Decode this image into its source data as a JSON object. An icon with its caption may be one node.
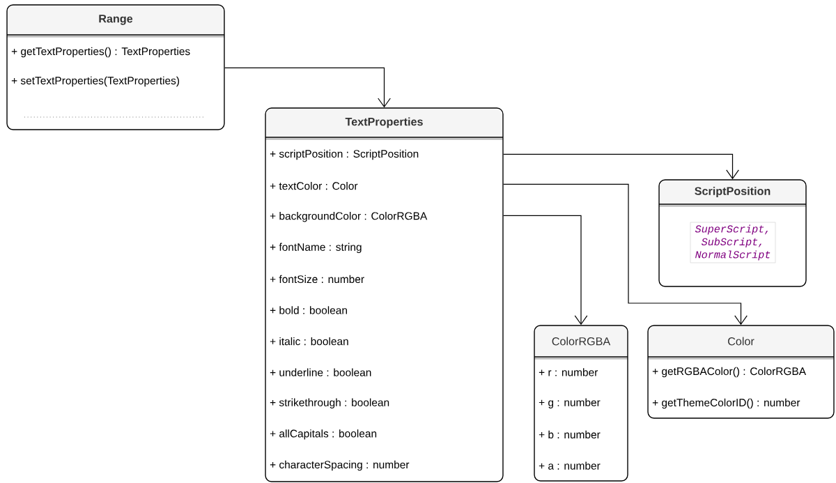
{
  "diagram": {
    "nodes": [
      {
        "text": [
          "Range",
          "+ getTextProperties() : TextProperties",
          "+ setTextProperties(TextProperties)"
        ]
      },
      {
        "text": [
          "TextProperties",
          "+ scriptPosition : ScriptPosition",
          "+ textColor : Color",
          "+ backgroundColor : ColorRGBA",
          "+ fontName : string",
          "+ fontSize : number",
          "+ bold : boolean",
          "+ italic : boolean",
          "+ underline : boolean",
          "+ strikethrough : boolean",
          "+ allCapitals : boolean",
          "+ characterSpacing : number"
        ]
      },
      {
        "text": [
          "ScriptPosition",
          "SuperScript, SubScript, NormalScript"
        ]
      },
      {
        "text": [
          "ColorRGBA",
          "+ r : number",
          "+ g : number",
          "+ b : number",
          "+ a : number"
        ]
      },
      {
        "text": [
          "Color",
          "+ getRGBAColor() : ColorRGBA",
          "+ getThemeColorID() : number"
        ]
      }
    ],
    "edges": [
      {
        "from": 0,
        "to": 1,
        "arrow": "to"
      },
      {
        "from": 1,
        "to": 2,
        "arrow": "to"
      },
      {
        "from": 1,
        "to": 4,
        "arrow": "to"
      },
      {
        "from": 1,
        "to": 3,
        "arrow": "to"
      }
    ]
  }
}
